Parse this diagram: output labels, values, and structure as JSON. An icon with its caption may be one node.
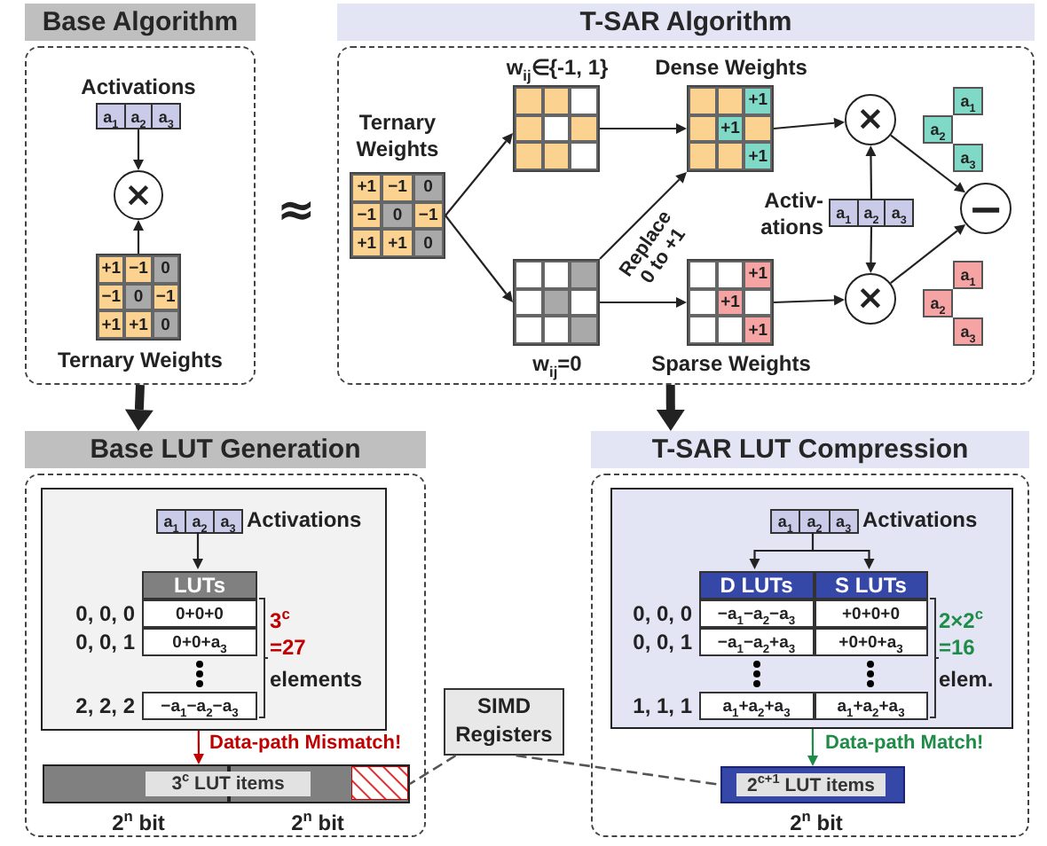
{
  "diagram": {
    "nodes": [
      {
        "text": [
          "Base Algorithm"
        ]
      },
      {
        "text": [
          "a$_{1}$",
          "a$_{2}$",
          "a$_{3}$"
        ],
        "beside": [
          "Activations"
        ],
        "in": 0
      },
      {
        "text": [
          "×"
        ],
        "in": 0
      },
      {
        "text": [
          "+1",
          "−1",
          "0",
          "−1",
          "0",
          "−1",
          "+1",
          "+1",
          "0"
        ],
        "beside": [
          "Ternary Weights"
        ],
        "in": 0
      },
      {
        "text": [
          "T-SAR Algorithm"
        ]
      },
      {
        "text": [
          "+1",
          "−1",
          "0",
          "−1",
          "0",
          "−1",
          "+1",
          "+1",
          "0"
        ],
        "beside": [
          "Ternary Weights"
        ],
        "in": 4
      },
      {
        "text": [],
        "shape": "box",
        "beside": [
          "w$_{ij}$∈{-1, 1}"
        ],
        "in": 4
      },
      {
        "text": [],
        "shape": "box",
        "beside": [
          "w$_{ij}$=0"
        ],
        "in": 4
      },
      {
        "text": [
          "+1",
          "+1",
          "+1"
        ],
        "beside": [
          "Dense Weights"
        ],
        "in": 4
      },
      {
        "text": [
          "+1",
          "+1",
          "+1"
        ],
        "beside": [
          "Sparse Weights"
        ],
        "in": 4
      },
      {
        "text": [
          "×"
        ],
        "in": 4
      },
      {
        "text": [
          "×"
        ],
        "in": 4
      },
      {
        "text": [
          "a$_{1}$",
          "a$_{2}$",
          "a$_{3}$"
        ],
        "beside": [
          "Activ- ations"
        ],
        "in": 4
      },
      {
        "text": [
          "a$_{1}$",
          "a$_{2}$",
          "a$_{3}$"
        ],
        "in": 4
      },
      {
        "text": [
          "a$_{1}$",
          "a$_{2}$",
          "a$_{3}$"
        ],
        "in": 4
      },
      {
        "text": [
          "−"
        ],
        "in": 4
      },
      {
        "text": [
          "Base LUT Generation"
        ]
      },
      {
        "text": [],
        "shape": "box",
        "in": 16
      },
      {
        "text": [
          "a$_{1}$",
          "a$_{2}$",
          "a$_{3}$"
        ],
        "beside": [
          "Activations"
        ],
        "in": 17
      },
      {
        "text": [
          "LUTs",
          "0+0+0",
          "0+0+a$_{3}$",
          "−a$_{1}$−a$_{2}$−a$_{3}$"
        ],
        "beside": [
          "0, 0, 0",
          "0, 0, 1",
          "2, 2, 2",
          "3$^{c}$ =27",
          "elements"
        ],
        "in": 17
      },
      {
        "text": [
          "3$^{c}$ LUT items"
        ],
        "beside": [
          "2$^{n}$ bit",
          "2$^{n}$ bit"
        ],
        "in": 16
      },
      {
        "text": [
          "SIMD Registers"
        ]
      },
      {
        "text": [
          "T-SAR LUT Compression"
        ]
      },
      {
        "text": [],
        "shape": "box",
        "in": 22
      },
      {
        "text": [
          "a$_{1}$",
          "a$_{2}$",
          "a$_{3}$"
        ],
        "beside": [
          "Activations"
        ],
        "in": 23
      },
      {
        "text": [
          "D LUTs",
          "S LUTs",
          "−a$_{1}$−a$_{2}$−a$_{3}$",
          "+0+0+0",
          "−a$_{1}$−a$_{2}$+a$_{3}$",
          "+0+0+a$_{3}$",
          "a$_{1}$+a$_{2}$+a$_{3}$",
          "a$_{1}$+a$_{2}$+a$_{3}$"
        ],
        "beside": [
          "0, 0, 0",
          "0, 0, 1",
          "1, 1, 1",
          "2×2$^{c}$ =16",
          "elem."
        ],
        "in": 23
      },
      {
        "text": [
          "2$^{c+1}$ LUT items"
        ],
        "beside": [
          "2$^{n}$ bit"
        ],
        "in": 22
      }
    ],
    "edges": [
      {
        "from": 1,
        "to": 2,
        "arrow": "to"
      },
      {
        "from": 3,
        "to": 2,
        "arrow": "to"
      },
      {
        "from": 5,
        "to": 6,
        "arrow": "to"
      },
      {
        "from": 5,
        "to": 7,
        "arrow": "to"
      },
      {
        "from": 6,
        "to": 8,
        "arrow": "to"
      },
      {
        "from": 7,
        "to": 8,
        "arrow": "to",
        "label": "Replace 0 to +1"
      },
      {
        "from": 7,
        "to": 9,
        "arrow": "to"
      },
      {
        "from": 8,
        "to": 10,
        "arrow": "to"
      },
      {
        "from": 9,
        "to": 11,
        "arrow": "to"
      },
      {
        "from": 12,
        "to": 10,
        "arrow": "to"
      },
      {
        "from": 12,
        "to": 11,
        "arrow": "to"
      },
      {
        "from": 10,
        "to": 15,
        "arrow": "to"
      },
      {
        "from": 11,
        "to": 15,
        "arrow": "to"
      },
      {
        "from": 0,
        "to": 16,
        "arrow": "to",
        "style": "thick"
      },
      {
        "from": 4,
        "to": 22,
        "arrow": "to",
        "style": "thick"
      },
      {
        "from": 18,
        "to": 19,
        "arrow": "to"
      },
      {
        "from": 17,
        "to": 20,
        "arrow": "to",
        "label": "Data-path Mismatch!",
        "color": "#c00000"
      },
      {
        "from": 24,
        "to": 25,
        "arrow": "to"
      },
      {
        "from": 23,
        "to": 26,
        "arrow": "to",
        "label": "Data-path Match!",
        "color": "#1e8c46"
      },
      {
        "from": 21,
        "to": 20,
        "arrow": "none",
        "style": "dashed",
        "color": "#555555"
      },
      {
        "from": 21,
        "to": 26,
        "arrow": "none",
        "style": "dashed",
        "color": "#555555"
      }
    ],
    "labels": [
      "≈"
    ]
  }
}
